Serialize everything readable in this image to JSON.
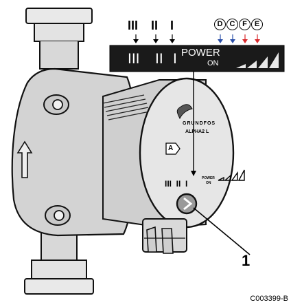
{
  "top_labels": {
    "speed_i": "I",
    "speed_ii": "II",
    "speed_iii": "III",
    "mode_d": "D",
    "mode_c": "C",
    "mode_f": "F",
    "mode_e": "E"
  },
  "panel": {
    "speed_iii": "III",
    "speed_ii": "II",
    "speed_i": "I",
    "power": "POWER",
    "on": "ON"
  },
  "pump": {
    "brand": "GRUNDFOS",
    "model": "ALPHA2 L",
    "mode_badge": "A",
    "speed_row": "III  II  I",
    "power_small": "POWER",
    "on_small": "ON"
  },
  "callout_number": "1",
  "reference_code": "C003399-B",
  "colors": {
    "arrow_black": "#000000",
    "arrow_blue": "#2b4fa8",
    "arrow_red": "#d8282b",
    "panel_bg": "#1a1a1a"
  }
}
